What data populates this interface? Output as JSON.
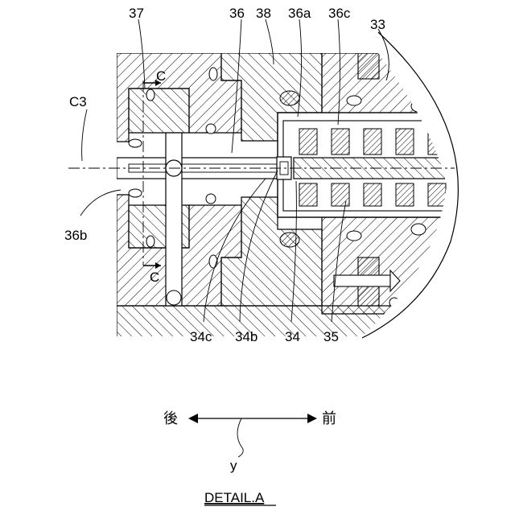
{
  "labels": {
    "l37": "37",
    "l36": "36",
    "l38": "38",
    "l36a": "36a",
    "l36c": "36c",
    "l33": "33",
    "lC3": "C3",
    "lCtop": "C",
    "lCbot": "C",
    "l36b": "36b",
    "l34c": "34c",
    "l34b": "34b",
    "l34": "34",
    "l35": "35"
  },
  "direction": {
    "rear": "後",
    "front": "前",
    "axis": "y"
  },
  "caption": "DETAIL.A"
}
